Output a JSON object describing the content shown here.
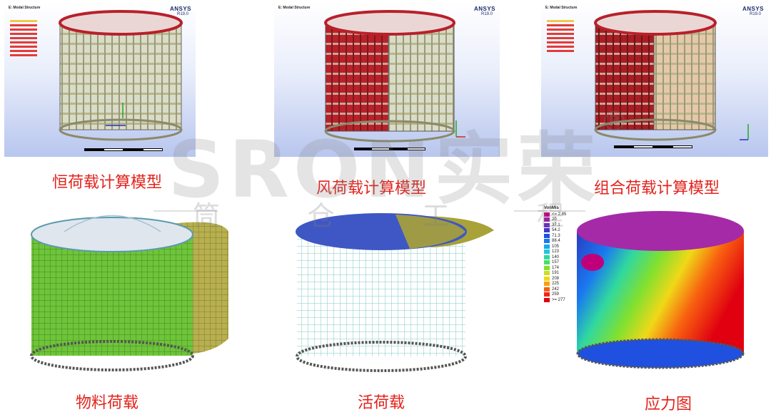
{
  "top_panels": [
    {
      "caption": "恒荷载计算模型",
      "brand": "ANSYS",
      "version": "R19.0",
      "header": "E: Modal Structure"
    },
    {
      "caption": "风荷载计算模型",
      "brand": "ANSYS",
      "version": "R19.0",
      "header": "E: Modal Structure"
    },
    {
      "caption": "组合荷载计算模型",
      "brand": "ANSYS",
      "version": "R19.0",
      "header": "E: Modal Structure"
    }
  ],
  "bottom_panels": [
    {
      "caption": "物料荷载"
    },
    {
      "caption": "活荷载"
    },
    {
      "caption": "应力图"
    }
  ],
  "stress_legend": {
    "title": "VonMis",
    "values": [
      "<= 2.85",
      "20",
      "37.1",
      "54.2",
      "71.3",
      "88.4",
      "105",
      "123",
      "140",
      "157",
      "174",
      "191",
      "208",
      "225",
      "242",
      "259",
      ">= 277"
    ],
    "colors": [
      "#c0007a",
      "#9a1fa8",
      "#6a2fb8",
      "#3b3bc8",
      "#2050e0",
      "#1a78f0",
      "#18a8f0",
      "#20c8d8",
      "#30d8a0",
      "#48e060",
      "#80e030",
      "#c8e020",
      "#f0d818",
      "#f8a010",
      "#f86010",
      "#f02818",
      "#e00010"
    ]
  },
  "watermark": {
    "brand": "SRON实荣",
    "registered": "®",
    "sub": [
      "筒",
      "仓",
      "工",
      "程"
    ]
  },
  "colors": {
    "caption": "#e3231c",
    "accent_red": "#b8202a",
    "tank_green": "#6fc43a",
    "roof_blue": "#3f57c4",
    "wind_olive": "#a8a238"
  }
}
